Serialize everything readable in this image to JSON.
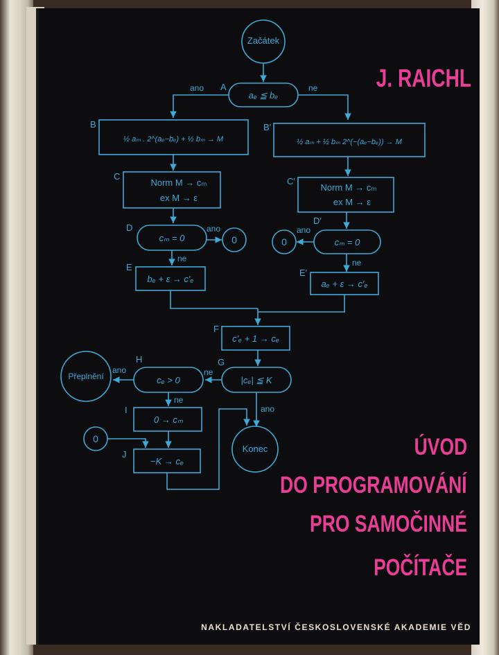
{
  "author": "J. RAICHL",
  "title_lines": [
    "ÚVOD",
    "DO PROGRAMOVÁNÍ",
    "PRO SAMOČINNÉ",
    "POČÍTAČE"
  ],
  "publisher": "NAKLADATELSTVÍ ČESKOSLOVENSKÉ AKADEMIE VĚD",
  "colors": {
    "flowchart": "#3fa9d8",
    "title": "#e83e96",
    "cover": "#0d0d0f"
  },
  "flowchart": {
    "start": "Začátek",
    "end": "Konec",
    "switch": "Přeplnění",
    "zero": "0",
    "yes": "ano",
    "no": "ne",
    "labels": {
      "A": "A",
      "B": "B",
      "B2": "B′",
      "C": "C",
      "C2": "C′",
      "D": "D",
      "D2": "D′",
      "E": "E",
      "E2": "E′",
      "F": "F",
      "G": "G",
      "H": "H",
      "I": "I",
      "J": "J"
    },
    "cond_A": "aₑ ≦ bₑ",
    "box_B": "½ aₘ . 2^(aₑ−bₑ) + ½ bₘ → M",
    "box_B2": "½ aₘ + ½ bₘ 2^(−(aₑ−bₑ)) → M",
    "box_C_1": "Norm M → cₘ",
    "box_C_2": "ex M → ε",
    "cond_D": "cₘ = 0",
    "box_E": "bₑ + ε → c′ₑ",
    "box_E2": "aₑ + ε → c′ₑ",
    "box_F": "c′ₑ + 1 → cₑ",
    "cond_G": "|cₑ| ≦ K",
    "cond_H": "cₑ > 0",
    "box_I": "0 → cₘ",
    "box_J": "−K → cₑ"
  }
}
